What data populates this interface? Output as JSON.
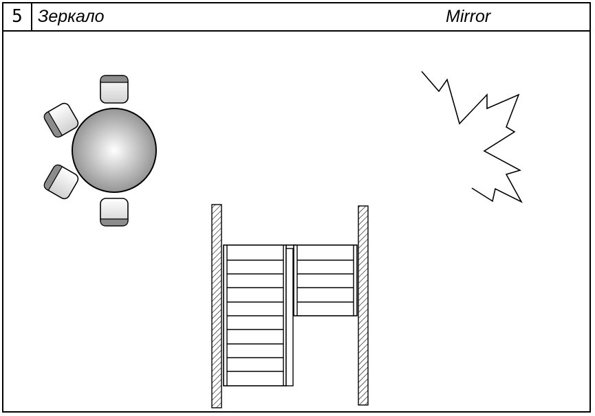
{
  "header": {
    "number": "5",
    "title_ru": "Зеркало",
    "title_en": "Mirror"
  },
  "colors": {
    "line": "#000000",
    "furniture_light": "#f2f2f2",
    "furniture_dark": "#8c8c8c",
    "table_center": "#ffffff",
    "table_edge": "#8a8a8a"
  },
  "icons": {
    "table": "round-table",
    "chairs": "chair",
    "stairs": "staircase",
    "mirror": "broken-mirror-shard"
  }
}
